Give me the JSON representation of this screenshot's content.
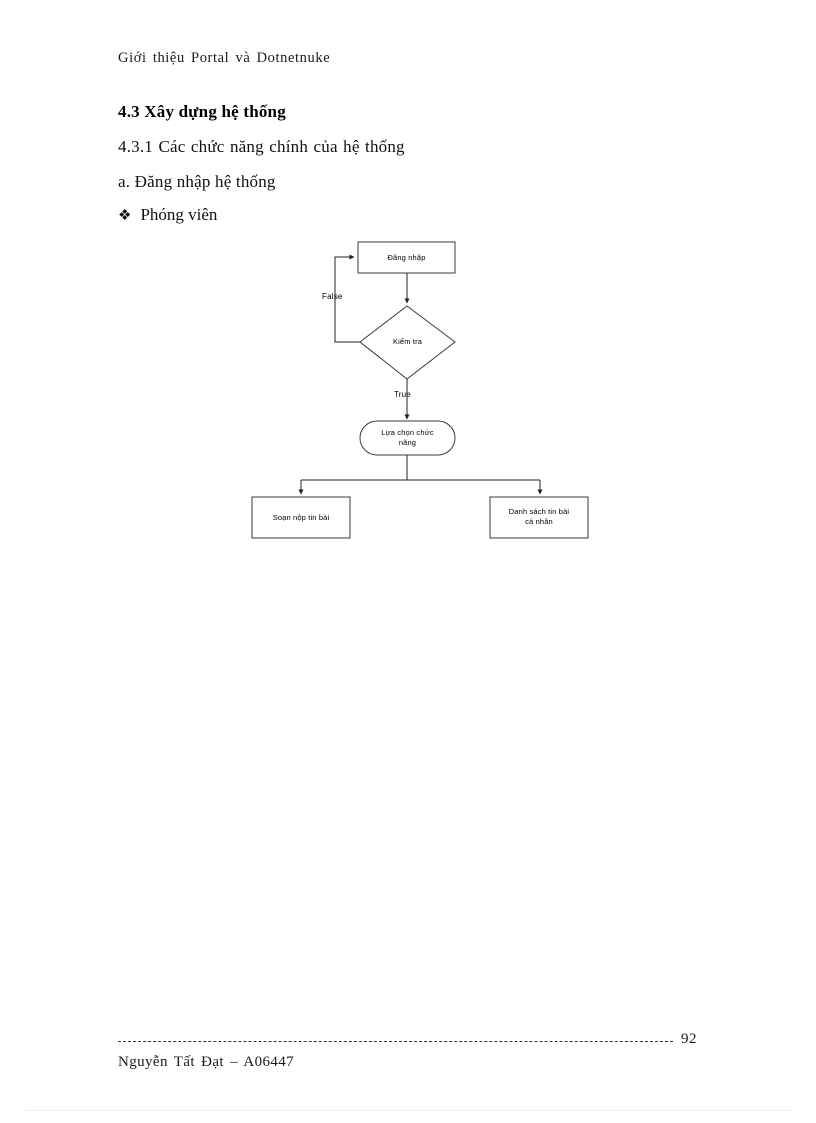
{
  "header": {
    "running_title": "Giới thiệu Portal và Dotnetnuke"
  },
  "content": {
    "section_heading": "4.3 Xây dựng hệ thống",
    "subsection_heading": "4.3.1 Các chức năng chính của hệ thống",
    "item_heading": "a. Đăng nhập hệ thống",
    "bullet_glyph": "❖",
    "bullet_label": "Phóng viên"
  },
  "diagram": {
    "type": "flowchart",
    "nodes": [
      {
        "id": "login",
        "shape": "rectangle",
        "label": "Đăng nhập"
      },
      {
        "id": "check",
        "shape": "diamond",
        "label": "Kiểm tra"
      },
      {
        "id": "choose",
        "shape": "rounded",
        "label": "Lựa chọn chức\nnăng"
      },
      {
        "id": "compose",
        "shape": "rectangle",
        "label": "Soạn nộp tin bài"
      },
      {
        "id": "list",
        "shape": "rectangle",
        "label": "Danh sách tin bài\ncá nhân"
      }
    ],
    "edges": [
      {
        "from": "login",
        "to": "check",
        "label": ""
      },
      {
        "from": "check",
        "to": "login",
        "label": "False"
      },
      {
        "from": "check",
        "to": "choose",
        "label": "True"
      },
      {
        "from": "choose",
        "to": "compose",
        "label": ""
      },
      {
        "from": "choose",
        "to": "list",
        "label": ""
      }
    ],
    "labels": {
      "false": "False",
      "true": "True"
    },
    "stroke_color": "#3a3a3a"
  },
  "footer": {
    "page_number": "92",
    "author": "Nguyễn Tất Đạt – A06447"
  }
}
